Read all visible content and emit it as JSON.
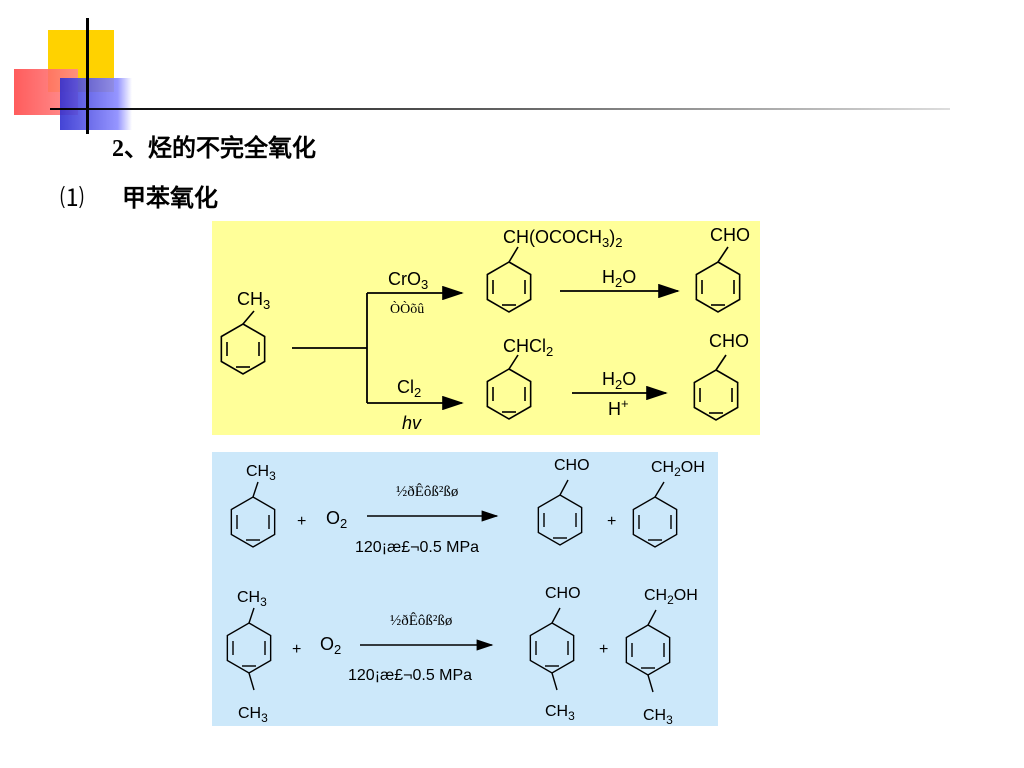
{
  "colors": {
    "accent_yellow": "#FFD200",
    "accent_red": "#FF3B3B",
    "accent_blue": "#3333CC",
    "panel_yellow": "#FFFF99",
    "panel_blue": "#CCE8FA"
  },
  "heading": {
    "title": "2、烃的不完全氧化",
    "sub_label": "⑴",
    "sub_text": "甲苯氧化"
  },
  "panel1": {
    "start_substituent": "CH",
    "start_sub": "3",
    "upper_reagent_main": "CrO",
    "upper_reagent_sub": "3",
    "upper_reagent_garbled": "ÒÒõû",
    "upper_product_a": "CH(OCOCH",
    "upper_product_a_sub": "3",
    "upper_product_b": ")",
    "upper_product_b_sub": "2",
    "upper_h2o_h": "H",
    "upper_h2o_sub": "2",
    "upper_h2o_o": "O",
    "upper_final": "CHO",
    "lower_reagent_main": "Cl",
    "lower_reagent_sub": "2",
    "lower_reagent_hv": "hv",
    "lower_product": "CHCl",
    "lower_product_sub": "2",
    "lower_h2o_h": "H",
    "lower_h2o_sub": "2",
    "lower_h2o_o": "O",
    "lower_hplus": "H",
    "lower_hplus_sup": "+",
    "lower_final": "CHO"
  },
  "panel2": {
    "r1_reactant": "CH",
    "r1_reactant_sub": "3",
    "r1_plus1": "+",
    "r1_o2": "O",
    "r1_o2_sub": "2",
    "r1_catalyst": "½ðÊôß²ßø",
    "r1_conditions": "120¡æ£¬0.5 MPa",
    "r1_product_a": "CHO",
    "r1_plus2": "+",
    "r1_product_b": "CH",
    "r1_product_b_sub": "2",
    "r1_product_b_rest": "OH",
    "r2_reactant_top": "CH",
    "r2_reactant_top_sub": "3",
    "r2_reactant_bottom": "CH",
    "r2_reactant_bottom_sub": "3",
    "r2_plus1": "+",
    "r2_o2": "O",
    "r2_o2_sub": "2",
    "r2_catalyst": "½ðÊôß²ßø",
    "r2_conditions": "120¡æ£¬0.5 MPa",
    "r2_product_a": "CHO",
    "r2_product_a_bottom": "CH",
    "r2_product_a_bottom_sub": "3",
    "r2_plus2": "+",
    "r2_product_b": "CH",
    "r2_product_b_sub": "2",
    "r2_product_b_rest": "OH",
    "r2_product_b_bottom": "CH",
    "r2_product_b_bottom_sub": "3"
  }
}
